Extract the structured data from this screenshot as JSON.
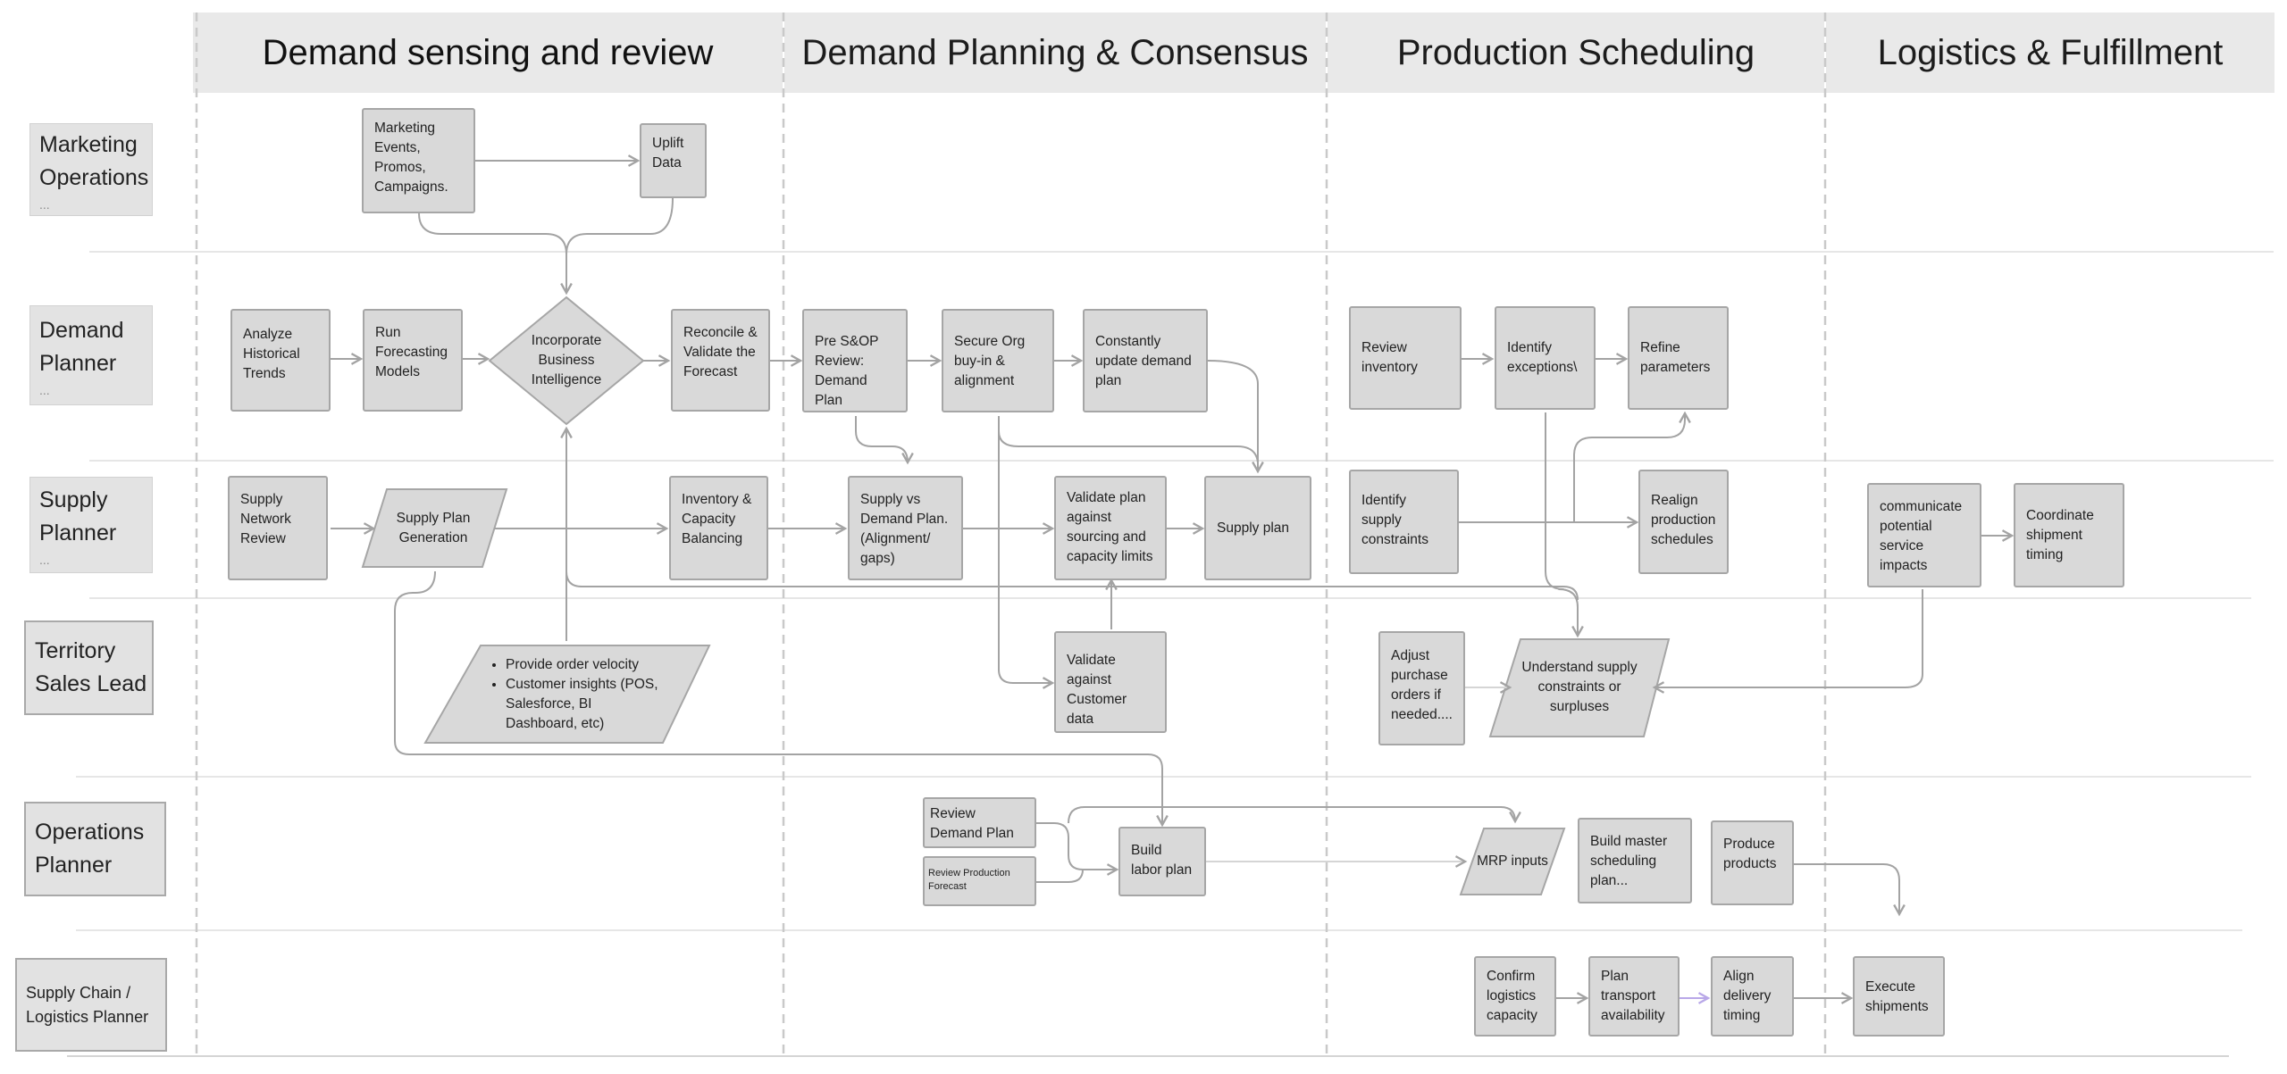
{
  "phases": [
    "Demand sensing and review",
    "Demand Planning & Consensus",
    "Production Scheduling",
    "Logistics & Fulfillment"
  ],
  "lanes": {
    "marketing": {
      "label": "Marketing Operations",
      "more": "..."
    },
    "demand": {
      "label": "Demand Planner",
      "more": "..."
    },
    "supply": {
      "label": "Supply Planner",
      "more": "..."
    },
    "territory": {
      "label": "Territory Sales Lead"
    },
    "operations": {
      "label": "Operations Planner"
    },
    "logistics": {
      "label": "Supply Chain / Logistics Planner"
    }
  },
  "nodes": {
    "marketing_events": "Marketing Events, Promos, Campaigns.",
    "uplift_data": "Uplift Data",
    "analyze_trends": "Analyze Historical Trends",
    "run_models": "Run Forecasting Models",
    "incorporate_bi": "Incorporate Business Intelligence",
    "reconcile": "Reconcile & Validate the Forecast",
    "pre_sop": "Pre S&OP Review: Demand Plan",
    "secure_org": "Secure Org buy-in & alignment",
    "update_plan": "Constantly update demand plan",
    "review_inventory": "Review inventory",
    "identify_exceptions": "Identify exceptions\\",
    "refine_parameters": "Refine parameters",
    "supply_network": "Supply Network Review",
    "supply_plan_gen": "Supply Plan Generation",
    "inventory_capacity": "Inventory & Capacity Balancing",
    "supply_vs_demand": "Supply vs Demand Plan. (Alignment/ gaps)",
    "validate_sourcing": "Validate plan against sourcing and capacity limits",
    "supply_plan": "Supply plan",
    "identify_constraints": "Identify supply constraints",
    "realign_schedules": "Realign production schedules",
    "communicate_impacts": "communicate potential service impacts",
    "coordinate_timing": "Coordinate shipment timing",
    "order_velocity": "Provide order velocity",
    "customer_insights": "Customer insights (POS, Salesforce, BI Dashboard, etc)",
    "validate_customer": "Validate against Customer data",
    "adjust_po": "Adjust purchase orders if needed....",
    "understand_supply": "Understand supply constraints or surpluses",
    "review_demand_plan": "Review Demand Plan",
    "review_production_forecast": "Review Production Forecast",
    "build_labor": "Build labor plan",
    "mrp_inputs": "MRP inputs",
    "build_master": "Build master scheduling plan...",
    "produce_products": "Produce products",
    "confirm_logistics": "Confirm logistics capacity",
    "plan_transport": "Plan transport availability",
    "align_delivery": "Align delivery timing",
    "execute_shipments": "Execute shipments"
  },
  "colors": {
    "header_bg": "#e9e9e9",
    "node_fill": "#d9d9d9",
    "node_border": "#a6a6a6",
    "arrow": "#a3a3a3",
    "accent_arrow": "#b9a8e8"
  }
}
